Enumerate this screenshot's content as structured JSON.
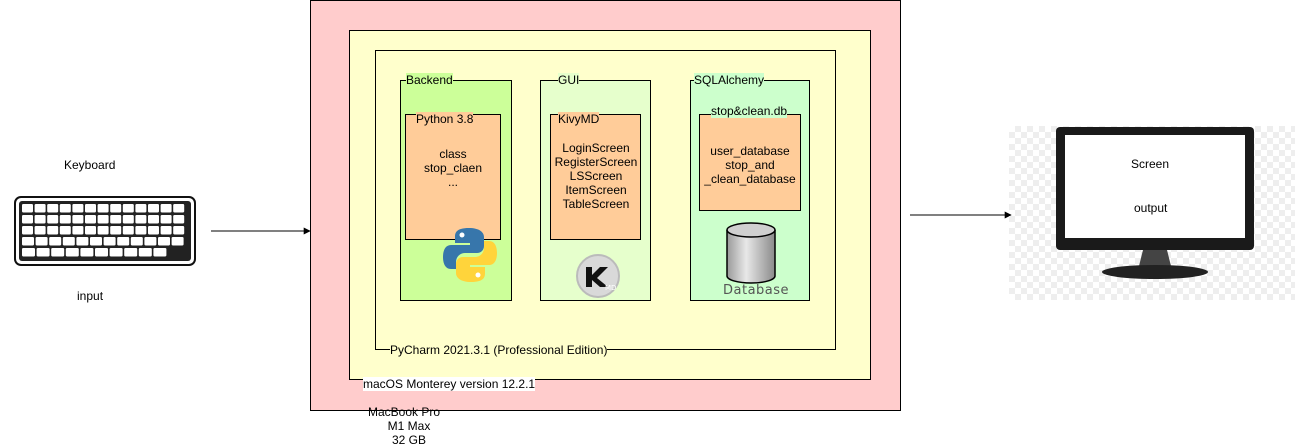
{
  "keyboard": {
    "title": "Keyboard",
    "caption": "input",
    "icon": "keyboard-icon"
  },
  "macbook": {
    "label_lines": [
      "MacBook Pro",
      "M1 Max",
      "32 GB"
    ],
    "fill": "#ffcccc"
  },
  "macos": {
    "label": "macOS Monterey version 12.2.1",
    "fill": "#ffffcc"
  },
  "pycharm": {
    "label": "PyCharm 2021.3.1 (Professional Edition)",
    "fill": "#ffffcc"
  },
  "backend": {
    "label": "Backend",
    "fill": "#ccff99",
    "inner_label": "Python 3.8",
    "inner_lines": [
      "class",
      "stop_claen",
      "..."
    ],
    "icon": "python-logo-icon"
  },
  "gui": {
    "label": "GUI",
    "fill": "#e6ffcc",
    "inner_label": "KivyMD",
    "inner_lines": [
      "LoginScreen",
      "RegisterScreen",
      "LSScreen",
      "ItemScreen",
      "TableScreen"
    ],
    "icon": "kivymd-logo-icon"
  },
  "sqlalchemy": {
    "label": "SQLAlchemy",
    "fill": "#ccffcc",
    "inner_label": "stop&clean.db",
    "inner_lines": [
      "user_database",
      "stop_and",
      "_clean_database"
    ],
    "db_icon": "database-icon",
    "db_label": "Database"
  },
  "monitor": {
    "label": "Screen",
    "caption": "output",
    "icon": "monitor-icon"
  },
  "colors": {
    "inner_box": "#ffcc99",
    "line": "#000000"
  }
}
